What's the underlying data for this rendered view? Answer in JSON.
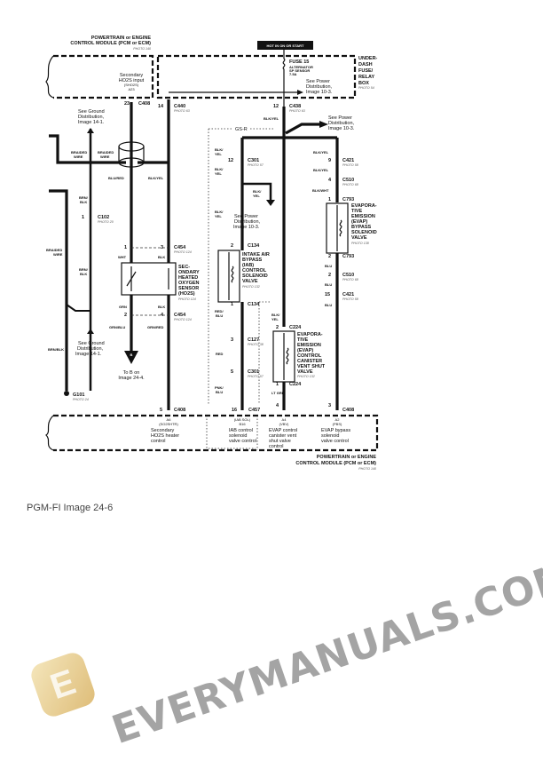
{
  "caption": "PGM-FI Image 24-6",
  "watermark": {
    "text": "EVERYMANUALS.COM",
    "logo_letter": "E"
  },
  "top": {
    "pcm_title_1": "POWERTRAIN or ENGINE",
    "pcm_title_2": "CONTROL MODULE (PCM or ECM)",
    "pcm_photo": "PHOTO 140",
    "hot_label": "HOT IN ON OR START",
    "fuse": "FUSE 15",
    "fuse_sub_1": "ALTERNATOR",
    "fuse_sub_2": "SP SENSOR",
    "fuse_sub_3": "7.5A",
    "box_1": "UNDER-",
    "box_2": "DASH",
    "box_3": "FUSE/",
    "box_4": "RELAY",
    "box_5": "BOX",
    "box_photo": "PHOTO 54",
    "secondary_1": "Secondary",
    "secondary_2": "HO2S input",
    "secondary_3": "(SHO2S)",
    "secondary_4": "A23",
    "see_power_1": "See Power",
    "see_power_2": "Distribution,",
    "see_power_3": "Image 10-3."
  },
  "connectors": {
    "c408_top": "C408",
    "c408_pin": "23",
    "c440": "C440",
    "c440_pin": "14",
    "c440_photo": "PHOTO 63",
    "c438": "C438",
    "c438_pin": "12",
    "c438_photo": "PHOTO 63",
    "c102": "C102",
    "c102_pin": "1",
    "c102_photo": "PHOTO 20",
    "c454": "C454",
    "c454_photo": "PHOTO 124",
    "pin1": "1",
    "pin2": "2",
    "pin3": "3",
    "pin4": "4",
    "pin5": "5",
    "c301": "C301",
    "c301_pin": "12",
    "c301_photo": "PHOTO 57",
    "c134": "C134",
    "c127": "C127",
    "c127_photo": "PHOTO 38",
    "c301b": "C301",
    "c457": "C457",
    "c457_pin": "16",
    "c224": "C224",
    "c421": "C421",
    "c421_pin": "9",
    "c421b_pin": "15",
    "c421_photo": "PHOTO 58",
    "c510": "C510",
    "c510_photo": "PHOTO 68",
    "c793": "C793",
    "c408": "C408",
    "g101": "G101",
    "g101_photo": "PHOTO 24"
  },
  "wires": {
    "braided": "BRAIDED",
    "wire": "WIRE",
    "brn_blk": "BRN/BLK",
    "brn": "BRN/",
    "blk": "BLK",
    "blu_red": "BLU/RED",
    "blk_yel": "BLK/YEL",
    "wht": "WHT",
    "grn": "GRN",
    "grn_blu": "GRN/BLU",
    "grn_red": "GRN/RED",
    "blk_": "BLK/",
    "yel": "YEL",
    "red_": "RED/",
    "blu": "BLU",
    "red": "RED",
    "pnk_": "PNK/",
    "blk_wht": "BLK/WHT",
    "lt_grn": "LT GRN",
    "gsr": "GS-R"
  },
  "notes": {
    "ground_1": "See Ground",
    "ground_2": "Distribution,",
    "ground_3": "Image 14-1.",
    "to_b_1": "To B on",
    "to_b_2": "Image 24-4.",
    "b": "B"
  },
  "components": {
    "ho2s": [
      "SEC-",
      "ONDARY",
      "HEATED",
      "OXYGEN",
      "SENSOR",
      "(HO2S)"
    ],
    "ho2s_photo": "PHOTO 124",
    "iab": [
      "INTAKE AIR",
      "BYPASS",
      "(IAB)",
      "CONTROL",
      "SOLENOID",
      "VALVE"
    ],
    "iab_photo": "PHOTO 132",
    "evap_bypass": [
      "EVAPORA-",
      "TIVE",
      "EMISSION",
      "(EVAP)",
      "BYPASS",
      "SOLENOID",
      "VALVE"
    ],
    "evap_bypass_photo": "PHOTO 138",
    "evap_canister": [
      "EVAPORA-",
      "TIVE",
      "EMISSION",
      "(EVAP)",
      "CONTROL",
      "CANISTER",
      "VENT SHUT",
      "VALVE"
    ],
    "evap_canister_photo": "PHOTO 132"
  },
  "bottom": {
    "a6": [
      "A6",
      "(SO2SHTR)",
      "Secondary",
      "HO2S heater",
      "control"
    ],
    "iab": [
      "(IAB SOL)",
      "B16",
      "IAB control",
      "solenoid",
      "valve control"
    ],
    "a4": [
      "A4",
      "(VBV)",
      "EVAP control",
      "canister vent",
      "shut valve",
      "control"
    ],
    "a2": [
      "A2",
      "(PBS)",
      "EVAP bypass",
      "solenoid",
      "valve control"
    ],
    "pcm_title_1": "POWERTRAIN or ENGINE",
    "pcm_title_2": "CONTROL MODULE (PCM or ECM)",
    "pcm_photo": "PHOTO 140"
  }
}
